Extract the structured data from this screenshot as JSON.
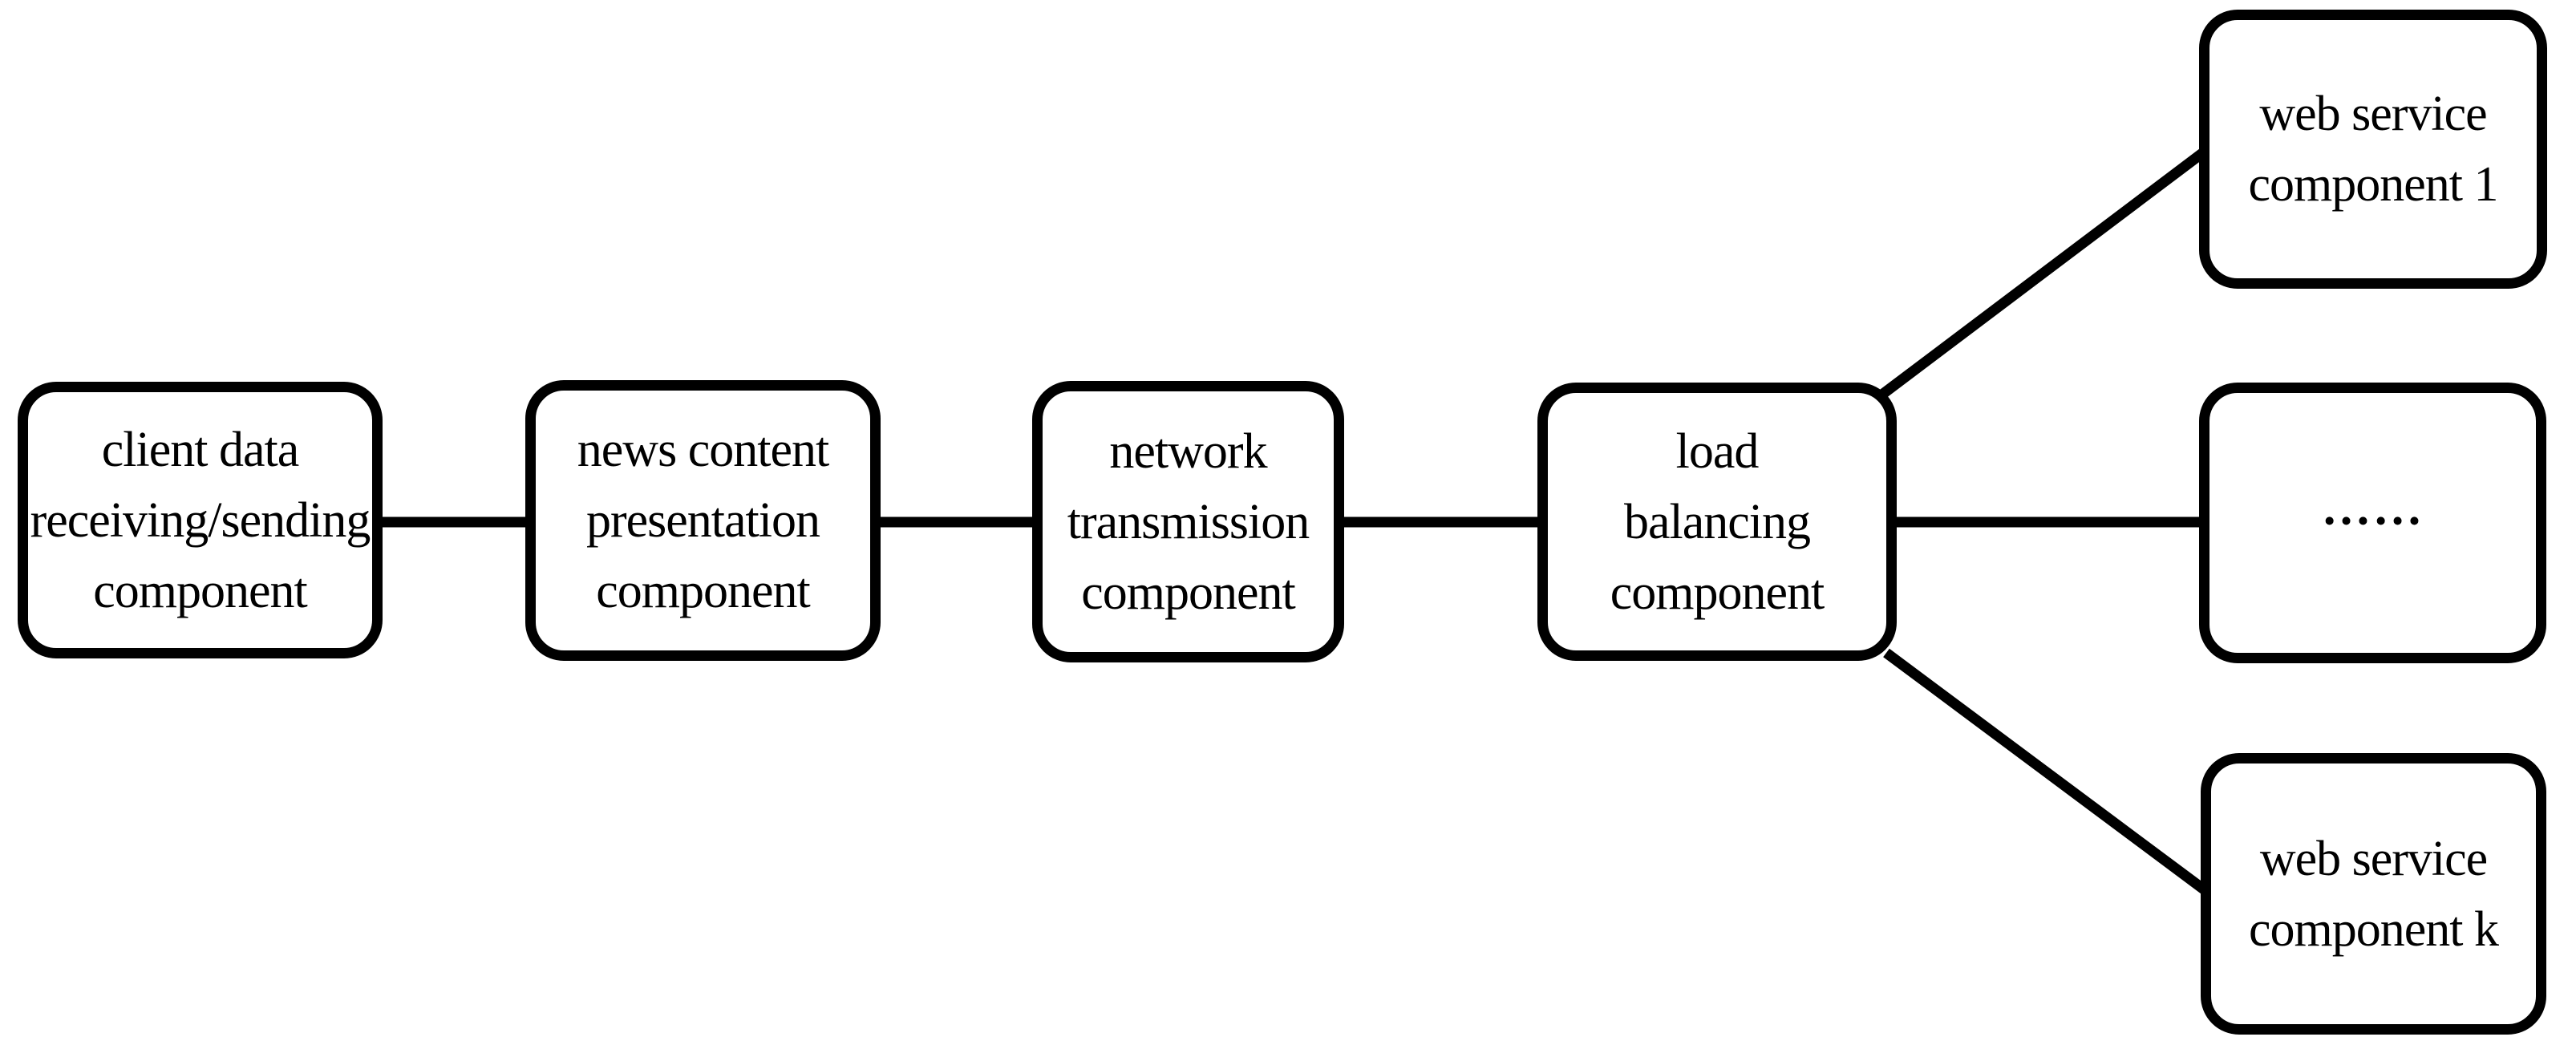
{
  "figure": {
    "background_color": "#ffffff",
    "line_color": "#000000",
    "text_color": "#000000",
    "nodes": [
      {
        "id": "client-data",
        "label": "client data receiving/sending component",
        "lines": [
          "client data",
          "receiving/sending",
          "component"
        ]
      },
      {
        "id": "news-content",
        "label": "news content presentation component",
        "lines": [
          "news content",
          "presentation",
          "component"
        ]
      },
      {
        "id": "network-transmission",
        "label": "network transmission component",
        "lines": [
          "network",
          "transmission",
          "component"
        ]
      },
      {
        "id": "load-balancing",
        "label": "load balancing component",
        "lines": [
          "load",
          "balancing",
          "component"
        ]
      },
      {
        "id": "web-service-1",
        "label": "web service component 1",
        "lines": [
          "web service",
          "component 1"
        ]
      },
      {
        "id": "web-service-ellipsis",
        "label": "……",
        "lines": [
          "……"
        ]
      },
      {
        "id": "web-service-k",
        "label": "web service component k",
        "lines": [
          "web service",
          "component k"
        ]
      }
    ],
    "edges": [
      {
        "from": "client-data",
        "to": "news-content"
      },
      {
        "from": "news-content",
        "to": "network-transmission"
      },
      {
        "from": "network-transmission",
        "to": "load-balancing"
      },
      {
        "from": "load-balancing",
        "to": "web-service-ellipsis"
      },
      {
        "from": "load-balancing",
        "to": "web-service-1"
      },
      {
        "from": "load-balancing",
        "to": "web-service-k"
      }
    ]
  }
}
